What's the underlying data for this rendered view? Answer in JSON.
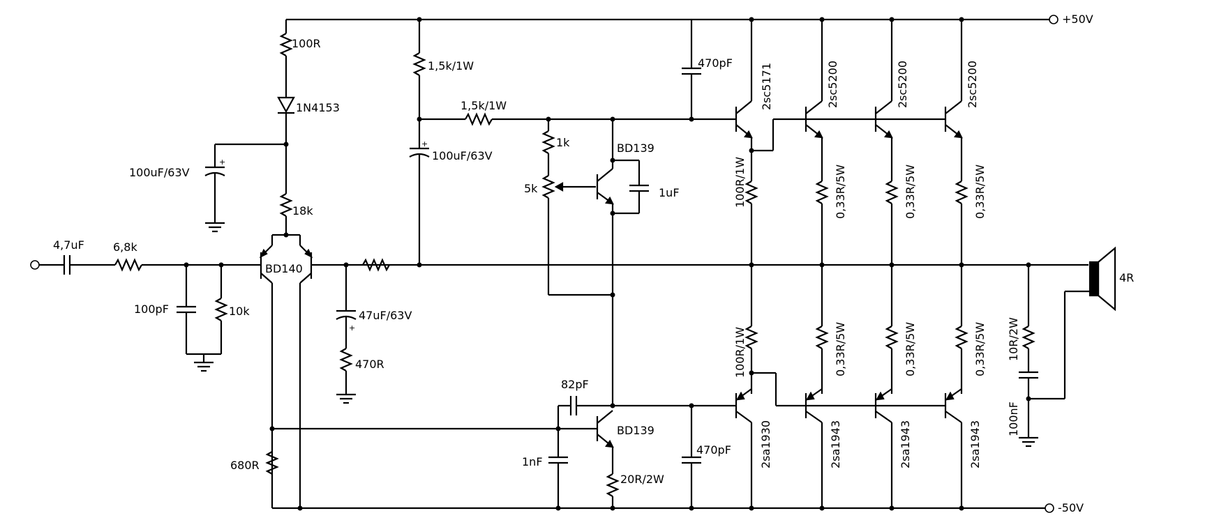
{
  "rails": {
    "positive": "+50V",
    "negative": "-50V"
  },
  "speaker": "4R",
  "components": {
    "c_in": "4,7uF",
    "r_in": "6,8k",
    "c_filter": "100pF",
    "r_bias_in": "10k",
    "r_top": "100R",
    "diode": "1N4153",
    "c_decouple": "100uF/63V",
    "r_tail": "18k",
    "q_diff": "BD140",
    "c_fb": "47uF/63V",
    "r_fb_gnd": "470R",
    "r_tail2": "680R",
    "r_boot": "1,5k/1W",
    "c_boot": "100uF/63V",
    "r_boot2": "1,5k/1W",
    "r_vbe": "1k",
    "pot_vbe": "5k",
    "q_vbe": "BD139",
    "c_vbe": "1uF",
    "c_miller": "82pF",
    "q_vas": "BD139",
    "c_vas": "1nF",
    "r_vas": "20R/2W",
    "c_pos": "470pF",
    "c_neg": "470pF",
    "q_drv_p": "2sc5171",
    "q_drv_n": "2sa1930",
    "r_drv_p": "100R/1W",
    "r_drv_n": "100R/1W",
    "q_out_p": [
      "2sc5200",
      "2sc5200",
      "2sc5200"
    ],
    "q_out_n": [
      "2sa1943",
      "2sa1943",
      "2sa1943"
    ],
    "r_emit_p": [
      "0,33R/5W",
      "0,33R/5W",
      "0,33R/5W"
    ],
    "r_emit_n": [
      "0,33R/5W",
      "0,33R/5W",
      "0,33R/5W"
    ],
    "zobel_r": "10R/2W",
    "zobel_c": "100nF"
  }
}
